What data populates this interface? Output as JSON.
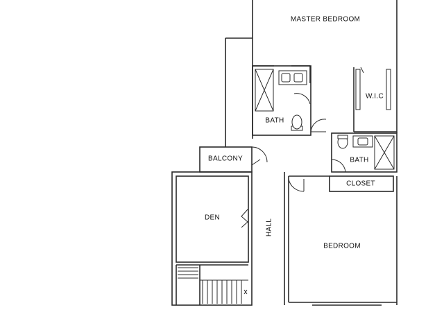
{
  "floor_plan": {
    "rooms": {
      "master_bedroom": "MASTER BEDROOM",
      "wic": "W.I.C",
      "master_bath": "BATH",
      "balcony": "BALCONY",
      "bath2": "BATH",
      "closet": "CLOSET",
      "den": "DEN",
      "hall": "HALL",
      "bedroom": "BEDROOM"
    }
  }
}
